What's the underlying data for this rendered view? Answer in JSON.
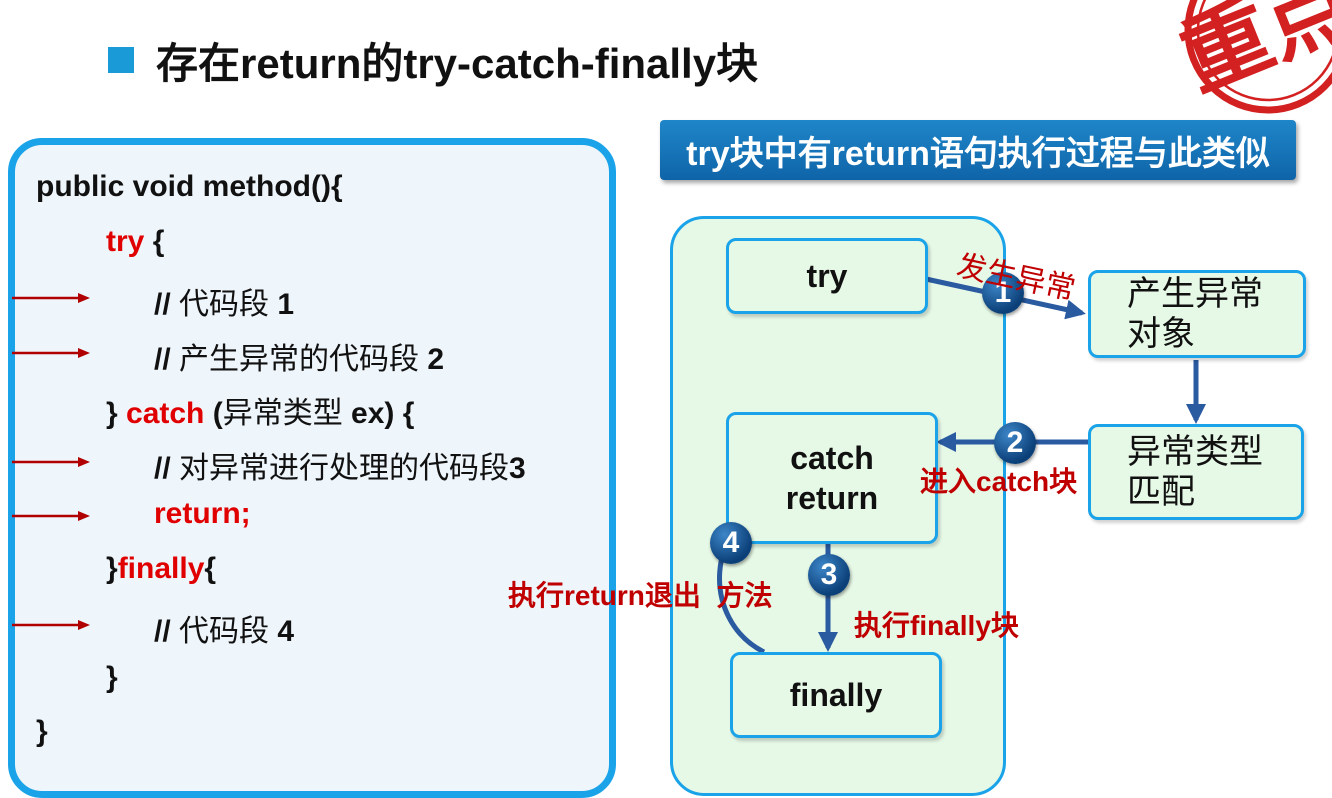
{
  "title": "存在return的try-catch-finally块",
  "banner": "try块中有return语句执行过程与此类似",
  "stamp": "重点",
  "code": [
    {
      "id": "l1",
      "indent": 0,
      "parts": [
        {
          "t": "public void method(){",
          "c": "k"
        }
      ],
      "arrow": false
    },
    {
      "id": "l2",
      "indent": 1,
      "parts": [
        {
          "t": "try",
          "c": "r"
        },
        {
          "t": " {",
          "c": "k"
        }
      ],
      "arrow": false
    },
    {
      "id": "l3",
      "indent": 2,
      "parts": [
        {
          "t": "// ",
          "c": "k"
        },
        {
          "t": "代码段",
          "c": "n"
        },
        {
          "t": " 1",
          "c": "k"
        }
      ],
      "arrow": true
    },
    {
      "id": "l4",
      "indent": 2,
      "parts": [
        {
          "t": "// ",
          "c": "k"
        },
        {
          "t": "产生异常的代码段",
          "c": "n"
        },
        {
          "t": " 2",
          "c": "k"
        }
      ],
      "arrow": true
    },
    {
      "id": "l5",
      "indent": 1,
      "parts": [
        {
          "t": "} ",
          "c": "k"
        },
        {
          "t": "catch",
          "c": "r"
        },
        {
          "t": " (",
          "c": "k"
        },
        {
          "t": "异常类型",
          "c": "n"
        },
        {
          "t": " ex) {",
          "c": "k"
        }
      ],
      "arrow": false
    },
    {
      "id": "l6",
      "indent": 2,
      "parts": [
        {
          "t": "// ",
          "c": "k"
        },
        {
          "t": "对异常进行处理的代码段",
          "c": "n"
        },
        {
          "t": "3",
          "c": "k"
        }
      ],
      "arrow": true
    },
    {
      "id": "l7",
      "indent": 2,
      "parts": [
        {
          "t": "return;",
          "c": "r"
        }
      ],
      "arrow": true
    },
    {
      "id": "l8",
      "indent": 1,
      "parts": [
        {
          "t": "}",
          "c": "k"
        },
        {
          "t": "finally",
          "c": "r"
        },
        {
          "t": "{",
          "c": "k"
        }
      ],
      "arrow": false
    },
    {
      "id": "l9",
      "indent": 2,
      "parts": [
        {
          "t": " // ",
          "c": "k"
        },
        {
          "t": "代码段",
          "c": "n"
        },
        {
          "t": " 4",
          "c": "k"
        }
      ],
      "arrow": true
    },
    {
      "id": "l10",
      "indent": 1,
      "parts": [
        {
          "t": "}",
          "c": "k"
        }
      ],
      "arrow": false
    },
    {
      "id": "l11",
      "indent": 0,
      "parts": [
        {
          "t": "}",
          "c": "k"
        }
      ],
      "arrow": false
    }
  ],
  "nodes": {
    "try": "try",
    "catch_line1": "catch",
    "catch_line2": "return",
    "finally": "finally",
    "exception_line1": "产生异常",
    "exception_line2": "对象",
    "match_line1": "异常类型",
    "match_line2": "匹配"
  },
  "labels": {
    "occur": "发生异常",
    "enter_catch": "进入catch块",
    "run_finally": "执行finally块",
    "run_return": "执行return退出  方法"
  },
  "steps": [
    "1",
    "2",
    "3",
    "4"
  ],
  "colors": {
    "accent": "#1aa3e8",
    "arrow_blue": "#2a5aa0",
    "label_red": "#c00000",
    "code_red": "#e00000",
    "arrow_red": "#b00000",
    "node_fill": "#e6f8e6"
  }
}
